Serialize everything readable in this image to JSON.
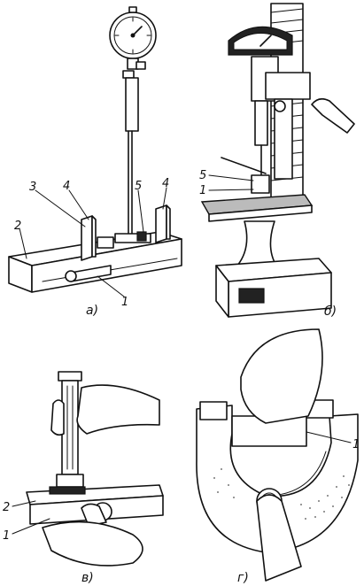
{
  "panel_a": {
    "caption": "а)",
    "labels": {
      "l1": "1",
      "l2": "2",
      "l3": "3",
      "l4a": "4",
      "l4b": "4",
      "l5": "5"
    }
  },
  "panel_b": {
    "caption": "б)",
    "labels": {
      "l5": "5",
      "l1": "1"
    }
  },
  "panel_v": {
    "caption": "в)",
    "labels": {
      "l2": "2",
      "l1": "1"
    }
  },
  "panel_g": {
    "caption": "г)",
    "labels": {
      "l1": "1"
    }
  }
}
